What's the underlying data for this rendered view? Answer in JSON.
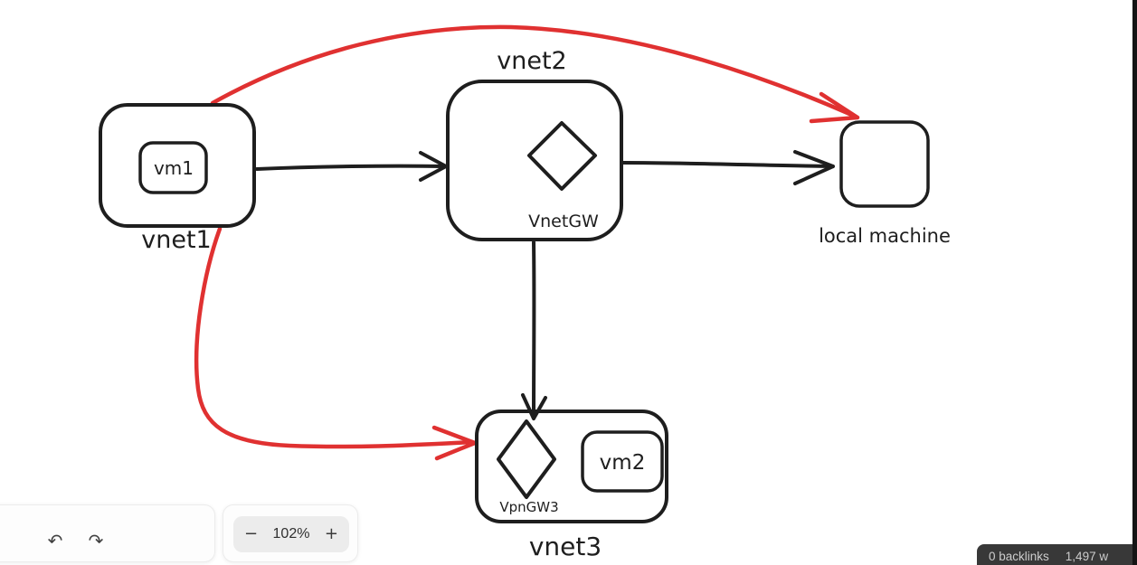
{
  "diagram": {
    "labels": {
      "vnet1": "vnet1",
      "vm1": "vm1",
      "vnet2": "vnet2",
      "vnetgw": "VnetGW",
      "local_machine": "local machine",
      "vnet3": "vnet3",
      "vpngw3": "VpnGW3",
      "vm2": "vm2"
    },
    "colors": {
      "stroke": "#1e1e1e",
      "arrow_red": "#e03131",
      "canvas": "#ffffff"
    }
  },
  "controls": {
    "undo_icon": "↶",
    "redo_icon": "↷",
    "zoom_out_label": "−",
    "zoom_level": "102%",
    "zoom_in_label": "+"
  },
  "statusbar": {
    "backlinks": "0 backlinks",
    "word_count": "1,497 w",
    "bg": "#383838"
  }
}
